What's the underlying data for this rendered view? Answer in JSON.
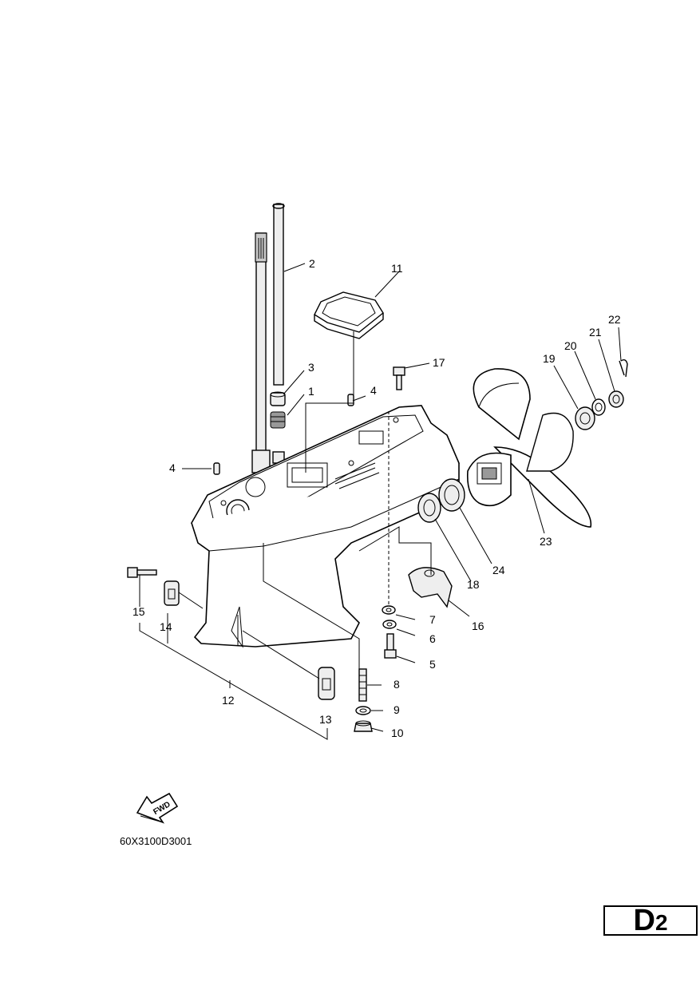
{
  "callouts": [
    {
      "id": "1",
      "label": "1"
    },
    {
      "id": "2",
      "label": "2"
    },
    {
      "id": "3",
      "label": "3"
    },
    {
      "id": "4a",
      "label": "4"
    },
    {
      "id": "4b",
      "label": "4"
    },
    {
      "id": "5",
      "label": "5"
    },
    {
      "id": "6",
      "label": "6"
    },
    {
      "id": "7",
      "label": "7"
    },
    {
      "id": "8",
      "label": "8"
    },
    {
      "id": "9",
      "label": "9"
    },
    {
      "id": "10",
      "label": "10"
    },
    {
      "id": "11",
      "label": "11"
    },
    {
      "id": "12",
      "label": "12"
    },
    {
      "id": "13",
      "label": "13"
    },
    {
      "id": "14",
      "label": "14"
    },
    {
      "id": "15",
      "label": "15"
    },
    {
      "id": "16",
      "label": "16"
    },
    {
      "id": "17",
      "label": "17"
    },
    {
      "id": "18",
      "label": "18"
    },
    {
      "id": "19",
      "label": "19"
    },
    {
      "id": "20",
      "label": "20"
    },
    {
      "id": "21",
      "label": "21"
    },
    {
      "id": "22",
      "label": "22"
    },
    {
      "id": "23",
      "label": "23"
    },
    {
      "id": "24",
      "label": "24"
    }
  ],
  "fwd_label": "FWD",
  "drawing_code": "60X3100D3001",
  "page_badge": {
    "letter": "D",
    "number": "2"
  }
}
